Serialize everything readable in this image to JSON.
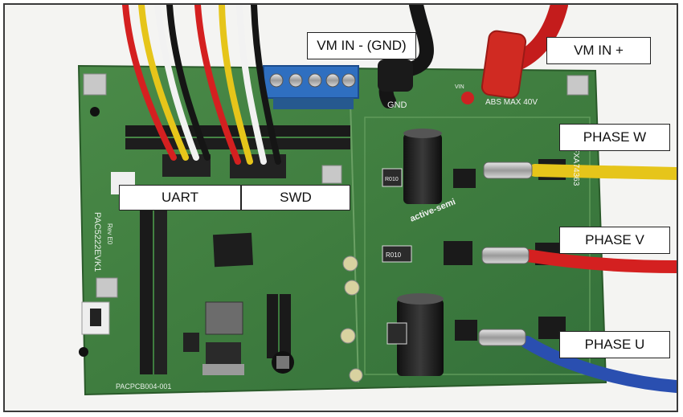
{
  "callouts": {
    "vm_in_gnd": "VM IN - (GND)",
    "vm_in_plus": "VM IN +",
    "phase_w": "PHASE W",
    "phase_v": "PHASE V",
    "phase_u": "PHASE U",
    "uart": "UART",
    "swd": "SWD"
  },
  "board_text": {
    "model": "PAC5222EVK1",
    "rev": "Rev E0",
    "gnd": "GND",
    "abs_max": "ABS MAX 40V",
    "vin": "VIN",
    "brand": "active-semi",
    "part_id": "PACPCB004-001",
    "serial": "FXA74363",
    "r010_top": "R010",
    "r010_mid": "R010"
  },
  "colors": {
    "pcb": "#3f7d3f",
    "pcb_dark": "#2f6530",
    "wire_yellow": "#e6c51a",
    "wire_red": "#d42020",
    "wire_blue": "#2a4fb0",
    "wire_black": "#151515",
    "terminal_blue": "#2f6fc0"
  }
}
